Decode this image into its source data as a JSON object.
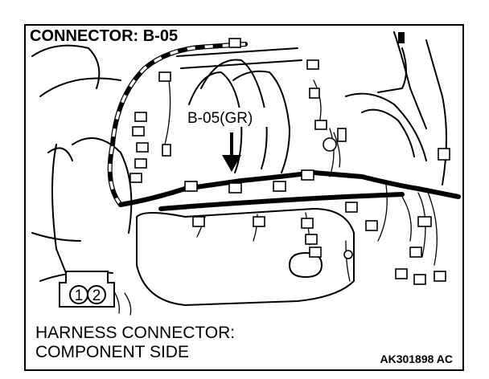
{
  "title": "CONNECTOR: B-05",
  "callout": "B-05(GR)",
  "footer_line1": "HARNESS CONNECTOR:",
  "footer_line2": "COMPONENT SIDE",
  "pins": [
    "1",
    "2"
  ],
  "code": "AK301898 AC"
}
